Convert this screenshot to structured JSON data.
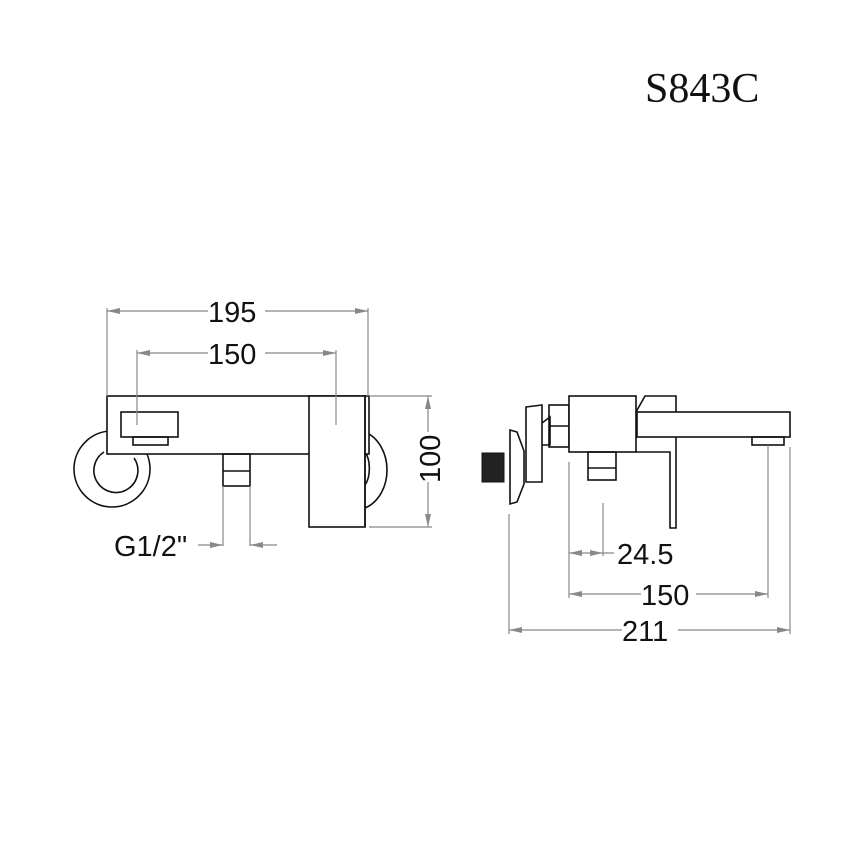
{
  "model_code": "S843C",
  "front_view": {
    "dimensions": {
      "overall_width": "195",
      "inlet_centers": "150",
      "height": "100",
      "thread": "G1/2\""
    }
  },
  "side_view": {
    "dimensions": {
      "outlet_offset": "24.5",
      "inlet_to_spout": "150",
      "overall_depth": "211"
    }
  }
}
